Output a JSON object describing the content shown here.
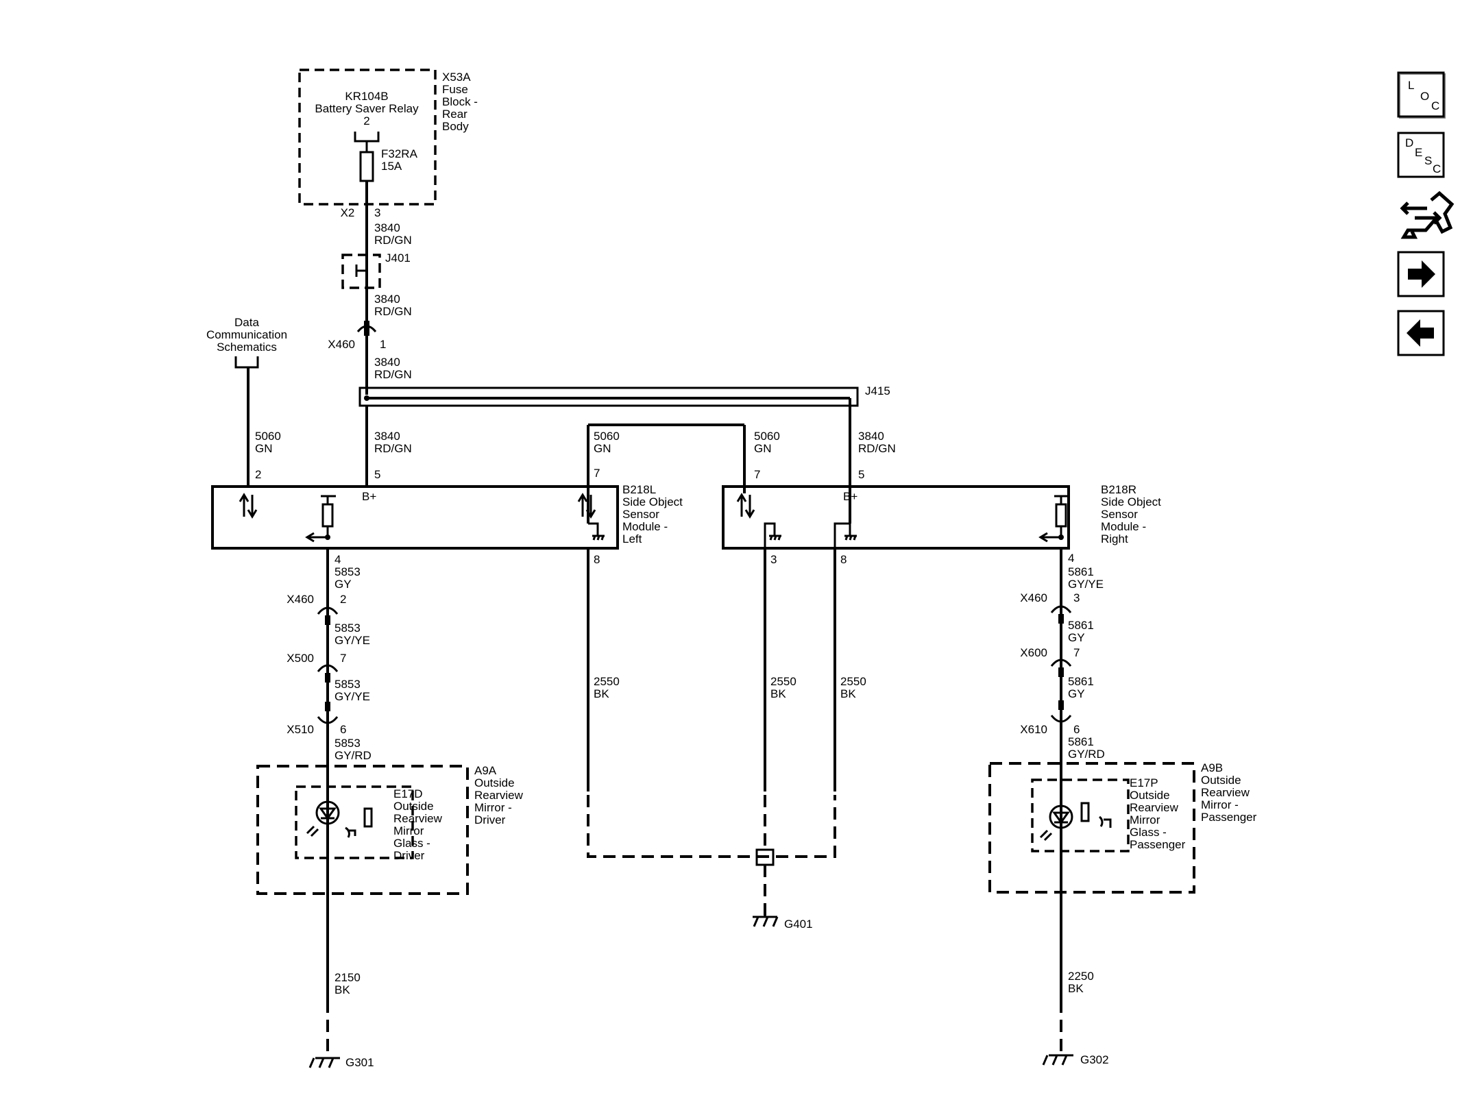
{
  "diagram": {
    "fuse_block": {
      "relay_name": "KR104B",
      "relay_desc": "Battery Saver Relay",
      "relay_pin": "2",
      "fuse_name": "F32RA",
      "fuse_rating": "15A",
      "label": [
        "X53A",
        "Fuse",
        "Block -",
        "Rear",
        "Body"
      ],
      "out_connector": "X2",
      "out_pin": "3"
    },
    "wire_3840a": [
      "3840",
      "RD/GN"
    ],
    "splice_j401": "J401",
    "wire_3840b": [
      "3840",
      "RD/GN"
    ],
    "conn_x460_top": {
      "name": "X460",
      "pin": "1"
    },
    "wire_3840c": [
      "3840",
      "RD/GN"
    ],
    "splice_j415": "J415",
    "data_comm": [
      "Data",
      "Communication",
      "Schematics"
    ],
    "left_module": {
      "label": [
        "B218L",
        "Side Object",
        "Sensor",
        "Module -",
        "Left"
      ],
      "bplus": "B+",
      "wire_5060": [
        "5060",
        "GN"
      ],
      "pin_5060": "2",
      "wire_3840": [
        "3840",
        "RD/GN"
      ],
      "pin_3840": "5",
      "wire_5060_r": [
        "5060",
        "GN"
      ],
      "pin_7": "7",
      "pin_4": "4",
      "pin_8": "8"
    },
    "right_module": {
      "label": [
        "B218R",
        "Side Object",
        "Sensor",
        "Module -",
        "Right"
      ],
      "bplus": "B+",
      "wire_5060": [
        "5060",
        "GN"
      ],
      "pin_7": "7",
      "wire_3840": [
        "3840",
        "RD/GN"
      ],
      "pin_5": "5",
      "pin_3": "3",
      "pin_8": "8",
      "pin_4": "4"
    },
    "left_chain": {
      "w1": [
        "5853",
        "GY"
      ],
      "c1": {
        "name": "X460",
        "pin": "2"
      },
      "w2": [
        "5853",
        "GY/YE"
      ],
      "c2": {
        "name": "X500",
        "pin": "7"
      },
      "w3": [
        "5853",
        "GY/YE"
      ],
      "c3": {
        "name": "X510",
        "pin": "6"
      },
      "w4": [
        "5853",
        "GY/RD"
      ],
      "mirror_label": [
        "A9A",
        "Outside",
        "Rearview",
        "Mirror -",
        "Driver"
      ],
      "glass_label": [
        "E17D",
        "Outside",
        "Rearview",
        "Mirror",
        "Glass -",
        "Driver"
      ],
      "ground_wire": [
        "2150",
        "BK"
      ],
      "ground": "G301"
    },
    "right_chain": {
      "w1": [
        "5861",
        "GY/YE"
      ],
      "c1": {
        "name": "X460",
        "pin": "3"
      },
      "w2": [
        "5861",
        "GY"
      ],
      "c2": {
        "name": "X600",
        "pin": "7"
      },
      "w3": [
        "5861",
        "GY"
      ],
      "c3": {
        "name": "X610",
        "pin": "6"
      },
      "w4": [
        "5861",
        "GY/RD"
      ],
      "mirror_label": [
        "A9B",
        "Outside",
        "Rearview",
        "Mirror -",
        "Passenger"
      ],
      "glass_label": [
        "E17P",
        "Outside",
        "Rearview",
        "Mirror",
        "Glass -",
        "Passenger"
      ],
      "ground_wire": [
        "2250",
        "BK"
      ],
      "ground": "G302"
    },
    "ground_wires": {
      "left_pin8": [
        "2550",
        "BK"
      ],
      "right_pin3": [
        "2550",
        "BK"
      ],
      "right_pin8": [
        "2550",
        "BK"
      ],
      "ground": "G401"
    }
  },
  "nav": {
    "loc": [
      "L",
      "O",
      "C"
    ],
    "desc": [
      "D",
      "E",
      "S",
      "C"
    ],
    "icons": [
      "connector-tool-icon",
      "arrow-right-icon",
      "arrow-left-icon"
    ]
  }
}
